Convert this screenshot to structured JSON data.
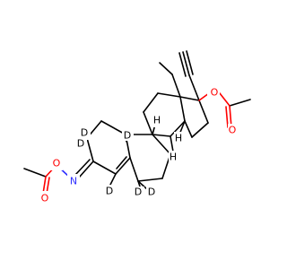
{
  "colors": {
    "bond": "#000000",
    "oxygen": "#ff0000",
    "nitrogen": "#3030ff",
    "background": "#ffffff"
  },
  "atoms": {
    "o_ester_top": "O",
    "o_carbonyl_top": "O",
    "d_top": "D",
    "d_c2a": "D",
    "d_c2b": "D",
    "d_c4": "D",
    "d_c6a": "D",
    "d_c6b": "D",
    "h_c8": "H",
    "h_c9": "H",
    "h_c14": "H",
    "n_oxime": "N",
    "o_oxime": "O",
    "o_carbonyl_bottom": "O"
  }
}
